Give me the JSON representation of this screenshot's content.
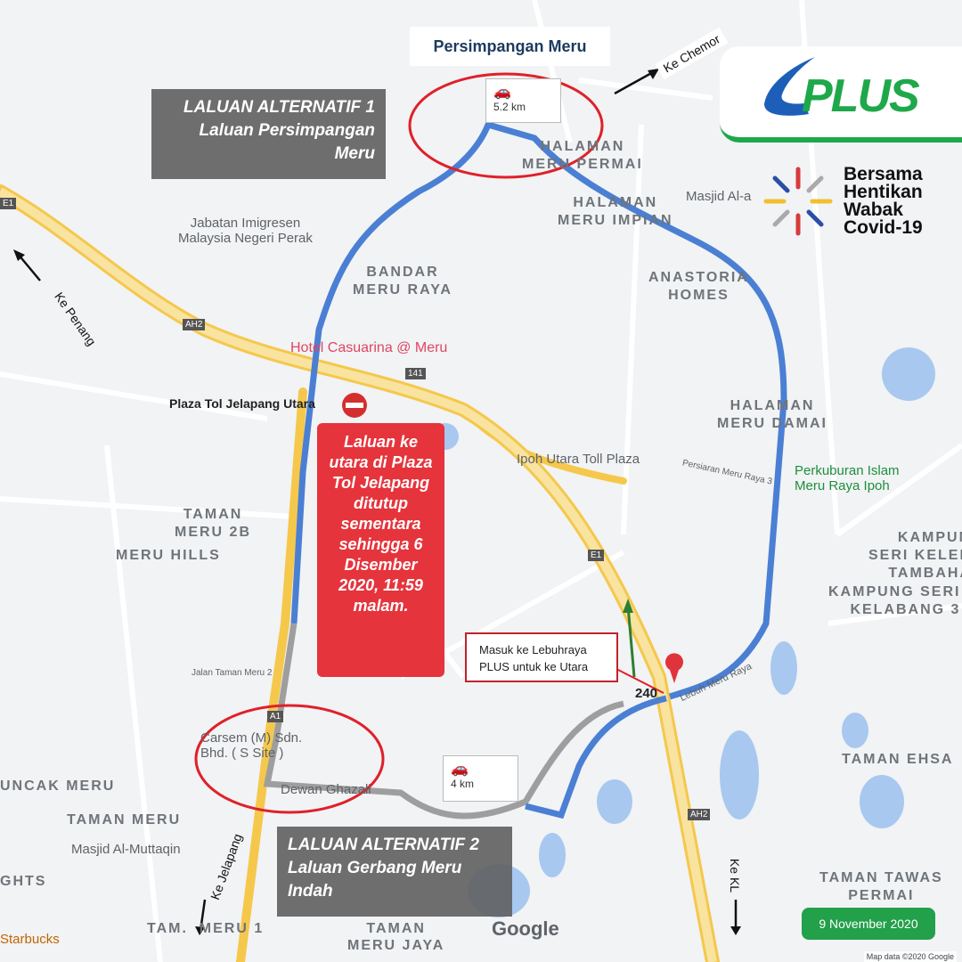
{
  "header": {
    "junction": "Persimpangan Meru"
  },
  "logo": {
    "brand": "PLUS",
    "campaign": [
      "Bersama",
      "Hentikan",
      "Wabak",
      "Covid-19"
    ]
  },
  "alt1": {
    "line1": "LALUAN ALTERNATIF 1",
    "line2": "Laluan Persimpangan",
    "line3": "Meru"
  },
  "alt2": {
    "line1": "LALUAN ALTERNATIF 2",
    "line2": "Laluan Gerbang Meru",
    "line3": "Indah"
  },
  "closure": {
    "text": "Laluan ke utara di Plaza Tol Jelapang ditutup sementara sehingga 6 Disember 2020, 11:59 malam."
  },
  "callout": {
    "line1": "Masuk ke Lebuhraya",
    "line2": "PLUS untuk ke Utara"
  },
  "route_distances": {
    "route1": "5.2 km",
    "route2": "4 km"
  },
  "directions": {
    "chemor": "Ke Chemor",
    "penang": "Ke Penang",
    "jelapang": "Ke Jelapang",
    "kl": "Ke KL"
  },
  "places": {
    "masjid_ala": "Masjid Al-a",
    "imigresen1": "Jabatan Imigresen",
    "imigresen2": "Malaysia Negeri Perak",
    "hotel": "Hotel Casuarina @ Meru",
    "plaza_tol": "Plaza Tol Jelapang Utara",
    "ipoh_toll": "Ipoh Utara Toll Plaza",
    "perkuburan1": "Perkuburan Islam",
    "perkuburan2": "Meru Raya Ipoh",
    "carsem1": "Carsem (M) Sdn.",
    "carsem2": "Bhd. ( S Site )",
    "dewan": "Dewan Ghazali",
    "masjid_muttaqin": "Masjid Al-Muttaqin",
    "starbucks": "Starbucks",
    "persiaran": "Persiaran Meru Raya 3",
    "jalan_tm2": "Jalan Taman Meru 2",
    "lebuh": "Lebuh Meru Raya",
    "exit": "240"
  },
  "areas": {
    "hmp": "HALAMAN\nMERU PERMAI",
    "hmi": "HALAMAN\nMERU IMPIAN",
    "bmr": "BANDAR\nMERU RAYA",
    "ana": "ANASTORIA\nHOMES",
    "hmd": "HALAMAN\nMERU DAMAI",
    "tm2b": "TAMAN\nMERU 2B",
    "mh": "MERU HILLS",
    "kskt": "KAMPUNG\nSERI KELEBA\nTAMBAHAN",
    "ksk3": "KAMPUNG SERI\nKELABANG 3",
    "uncak": "UNCAK MERU",
    "tm": "TAMAN MERU",
    "te": "TAMAN EHSA",
    "ttp": "TAMAN TAWAS\nPERMAI",
    "tmj": "TAMAN\nMERU JAYA",
    "ghts": "GHTS",
    "tm1": "TAM.  MERU 1"
  },
  "shields": {
    "ah2": "AH2",
    "e1": "E1",
    "r141": "141",
    "a1": "A1"
  },
  "footer": {
    "date": "9 November 2020",
    "google": "Google",
    "mapdata": "Map data ©2020 Google"
  },
  "colors": {
    "route": "#4a7fd4",
    "highway": "#f7d774",
    "closure": "#e5343c",
    "plus_blue": "#1d5fb8",
    "plus_green": "#1fa84a"
  }
}
